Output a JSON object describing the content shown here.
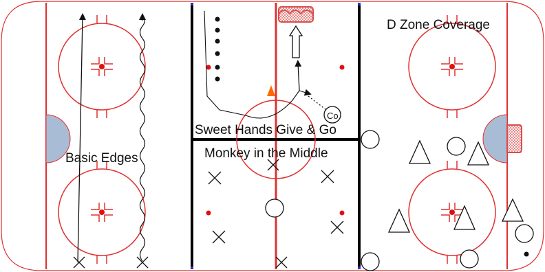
{
  "labels": {
    "basic_edges": "Basic Edges",
    "sweet_hands": "Sweet Hands Give & Go",
    "monkey_middle": "Monkey in the Middle",
    "d_zone": "D Zone Coverage",
    "coach": "Co"
  },
  "colors": {
    "rink_line": "#e03030",
    "blue_line": "#000000",
    "crease": "#a9bcd6",
    "net": "#d94c4c",
    "faceoff_dot": "#e01010",
    "cone": "#ff6a00",
    "ink": "#111111"
  },
  "icons": [
    "arrow-icon",
    "wavy-arrow-icon",
    "player-x-icon",
    "player-circle-icon",
    "player-triangle-icon",
    "puck-dot-icon",
    "cone-icon",
    "net-icon",
    "coach-icon"
  ]
}
